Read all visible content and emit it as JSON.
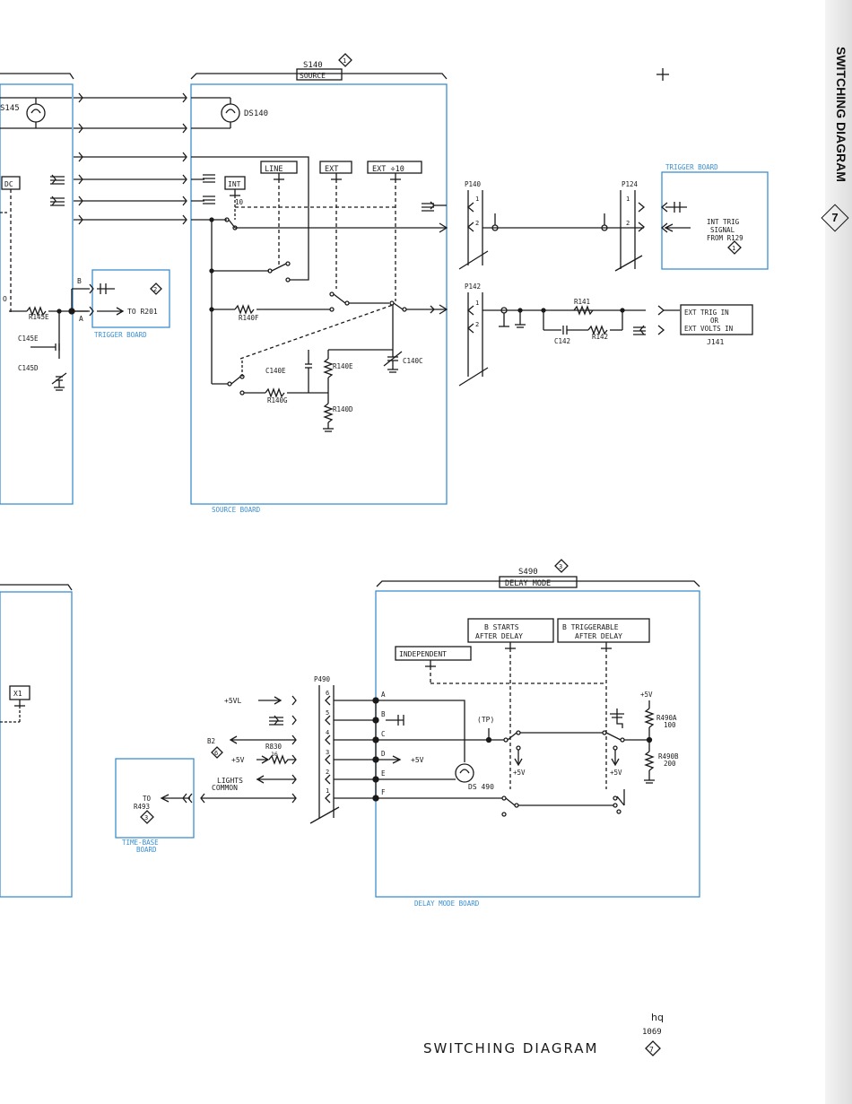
{
  "side_tab": {
    "title": "SWITCHING DIAGRAM",
    "number": "7"
  },
  "footer": {
    "title": "SWITCHING DIAGRAM",
    "initials": "hq",
    "date": "1069",
    "number": "7"
  },
  "source": {
    "switch_name": "S140",
    "switch_ref": "1",
    "switch_label": "SOURCE",
    "board_label": "SOURCE BOARD",
    "positions": [
      "LINE",
      "EXT",
      "EXT ÷10"
    ],
    "int_label": "INT",
    "int_pin": "10",
    "lamp_left": "S145",
    "lamp": "DS140",
    "dc_label": "DC",
    "components": {
      "r145e": "R145E",
      "c145e": "C145E",
      "c145d": "C145D",
      "r140f": "R140F",
      "c140e": "C140E",
      "r140e": "R140E",
      "c140c": "C140C",
      "r140g": "R140G",
      "r140d": "R140D"
    },
    "to_r201": "TO R201",
    "to_r201_ref": "2",
    "trigger_board_left": "TRIGGER BOARD",
    "node_b": "B",
    "node_a": "A",
    "node_o": "O"
  },
  "trigger": {
    "board_label": "TRIGGER BOARD",
    "p140": "P140",
    "p124": "P124",
    "p142": "P142",
    "pin1": "1",
    "pin2": "2",
    "r141": "R141",
    "r142": "R142",
    "c142": "C142",
    "int_trig": [
      "INT TRIG",
      "SIGNAL",
      "FROM R129"
    ],
    "int_trig_ref": "1",
    "ext_trig": [
      "EXT TRIG IN",
      "OR",
      "EXT VOLTS IN"
    ],
    "j141": "J141"
  },
  "delay": {
    "switch_name": "S490",
    "switch_ref": "3",
    "switch_label": "DELAY MODE",
    "board_label": "DELAY MODE BOARD",
    "positions": {
      "b_starts": [
        "B STARTS",
        "AFTER DELAY"
      ],
      "b_trig": [
        "B TRIGGERABLE",
        "AFTER DELAY"
      ],
      "independent": "INDEPENDENT"
    },
    "p490": "P490",
    "pins": [
      "6",
      "5",
      "4",
      "3",
      "2",
      "1"
    ],
    "letters": [
      "A",
      "B",
      "C",
      "D",
      "E",
      "F"
    ],
    "plus5vl": "+5VL",
    "b2": "B2",
    "b2_ref": "6",
    "plus5v": "+5V",
    "r830": "R830",
    "r830_val": "16",
    "lights": [
      "LIGHTS",
      "COMMON"
    ],
    "ds490": "DS 490",
    "tp": "(TP)",
    "d_plus5v": "+5V",
    "plus5v_a": "+5V",
    "plus5v_b": "+5V",
    "plus5v_top": "+5V",
    "r490a": "R490A",
    "r490a_val": "100",
    "r490b": "R490B",
    "r490b_val": "200",
    "x1": "X1"
  },
  "timebase": {
    "to": "TO",
    "r493": "R493",
    "ref": "3",
    "board_label": [
      "TIME-BASE",
      "BOARD"
    ]
  }
}
